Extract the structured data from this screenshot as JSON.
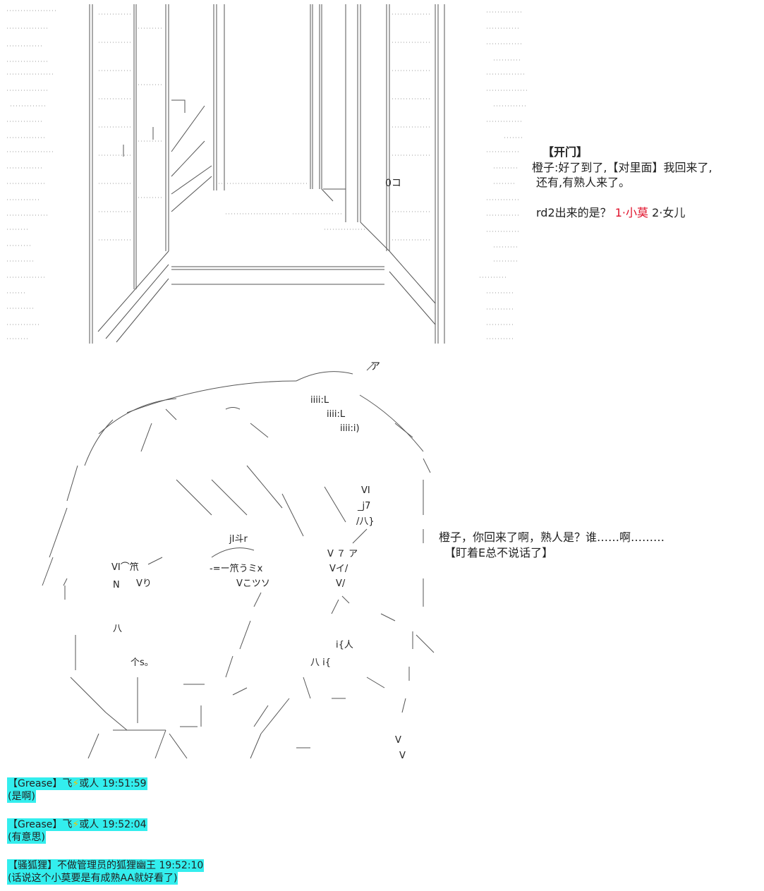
{
  "narration": {
    "open_door": "【开门】",
    "line1": "橙子:好了到了,【对里面】我回来了,",
    "line2": "还有,有熟人来了。",
    "question_prefix": "rd2出来的是？",
    "option1": "1·小莫",
    "option2": "2·女儿"
  },
  "dialogue": {
    "line1": "橙子，你回来了啊，熟人是？谁……啊………",
    "line2": "【盯着E总不说话了】"
  },
  "ascii": {
    "door_sign": "0コ",
    "v1": "VI",
    "v2": "_j7",
    "v3": "/八}",
    "v4": "V ７ ア",
    "v5": "Vイ/",
    "v6": "V/",
    "eye_l": "VI⌒笊",
    "eye_r": "-=ー笊うミx",
    "nose_l": "Vり",
    "nose_r": "Vこツソ",
    "hair1": "iiii:L",
    "hair2": "iiii:L",
    "hair3": "iiii:i)",
    "mouth": "个s。",
    "a": "ア",
    "jl": "jI斗r",
    "n": "N",
    "ha": "八",
    "ha2": "八 i{",
    "ren": "i{人",
    "vbottom1": "V",
    "vbottom2": "V"
  },
  "chat": [
    {
      "user_tag": "【Grease】",
      "user_name_a": "飞",
      "user_name_b": "或人",
      "time": "19:51:59",
      "message": "(是啊)"
    },
    {
      "user_tag": "【Grease】",
      "user_name_a": "飞",
      "user_name_b": "或人",
      "time": "19:52:04",
      "message": "(有意思)"
    },
    {
      "user_tag": "【骚狐狸】",
      "user_name_a": "不做管理员的狐狸幽王",
      "user_name_b": "",
      "time": "19:52:10",
      "message": "(话说这个小莫要是有成熟AA就好看了)"
    }
  ]
}
